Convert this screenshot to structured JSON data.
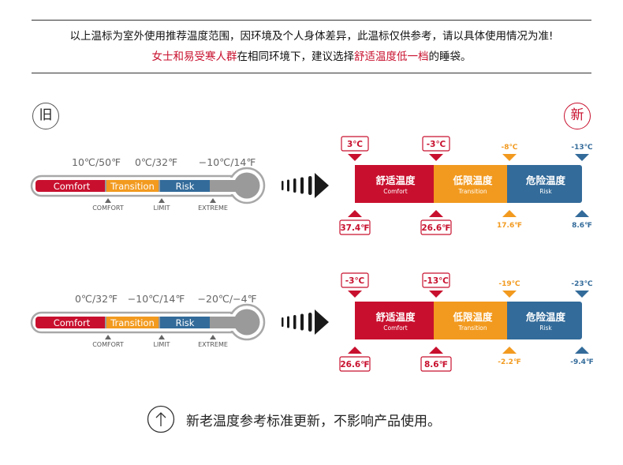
{
  "notice": {
    "line1": "以上温标为室外使用推荐温度范围，因环境及个人身体差异，此温标仅供参考，请以具体使用情况为准!",
    "line2_red1": "女士和易受寒人群",
    "line2_mid": "在相同环境下，建议选择",
    "line2_red2": "舒适温度低一档",
    "line2_end": "的睡袋。"
  },
  "badges": {
    "old": "旧",
    "new": "新"
  },
  "colors": {
    "comfort": "#c8102e",
    "transition": "#f29a1f",
    "risk": "#336b9a",
    "grey": "#9a9a9a"
  },
  "rows": [
    {
      "old": {
        "temps": [
          "10℃/50℉",
          "0℃/32℉",
          "−10℃/14℉"
        ],
        "bands": [
          "Comfort",
          "Transition",
          "Risk"
        ],
        "markers": [
          "COMFORT",
          "LIMIT",
          "EXTREME"
        ]
      },
      "new": {
        "top": [
          "3℃",
          "-3℃",
          "-8℃",
          "-13℃"
        ],
        "bottom": [
          "37.4℉",
          "26.6℉",
          "17.6℉",
          "8.6℉"
        ],
        "bands": [
          {
            "cn": "舒适温度",
            "en": "Comfort"
          },
          {
            "cn": "低限温度",
            "en": "Transition"
          },
          {
            "cn": "危险温度",
            "en": "Risk"
          }
        ]
      }
    },
    {
      "old": {
        "temps": [
          "0℃/32℉",
          "−10℃/14℉",
          "−20℃/−4℉"
        ],
        "bands": [
          "Comfort",
          "Transition",
          "Risk"
        ],
        "markers": [
          "COMFORT",
          "LIMIT",
          "EXTREME"
        ]
      },
      "new": {
        "top": [
          "-3℃",
          "-13℃",
          "-19℃",
          "-23℃"
        ],
        "bottom": [
          "26.6℉",
          "8.6℉",
          "-2.2℉",
          "-9.4℉"
        ],
        "bands": [
          {
            "cn": "舒适温度",
            "en": "Comfort"
          },
          {
            "cn": "低限温度",
            "en": "Transition"
          },
          {
            "cn": "危险温度",
            "en": "Risk"
          }
        ]
      }
    }
  ],
  "footer": {
    "text": "新老温度参考标准更新，不影响产品使用。"
  }
}
